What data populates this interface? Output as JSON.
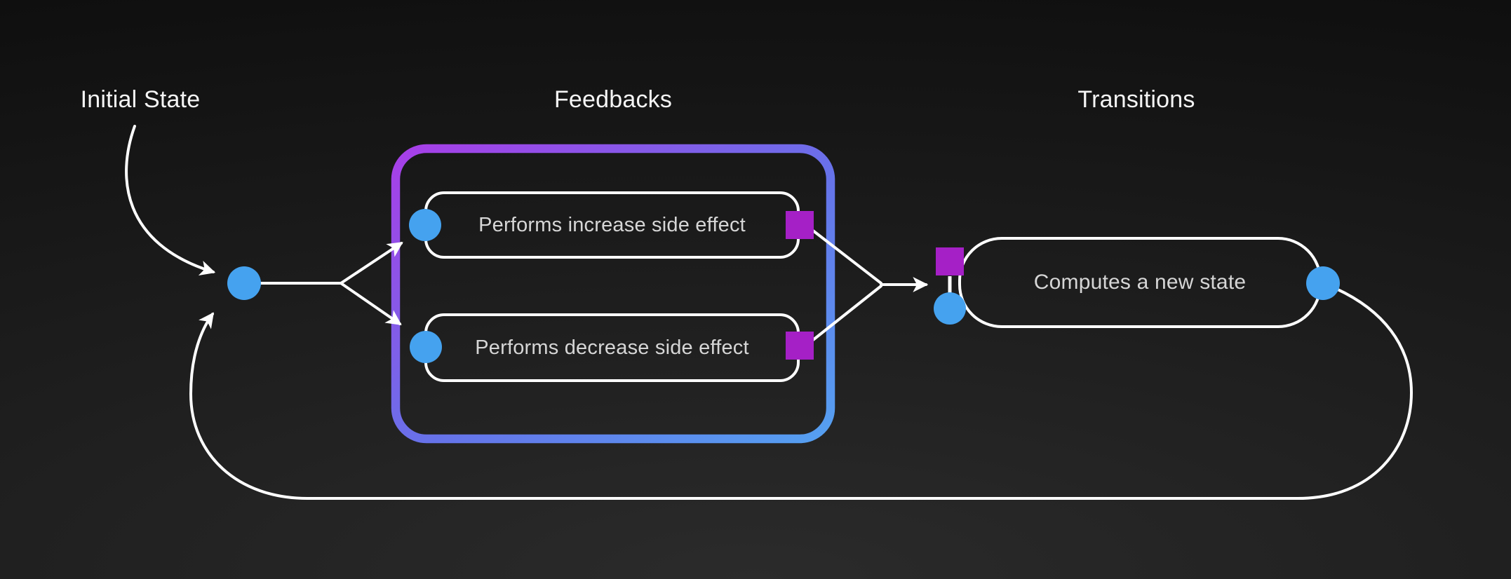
{
  "labels": {
    "initial_state": "Initial State",
    "feedbacks": "Feedbacks",
    "transitions": "Transitions"
  },
  "nodes": {
    "increase_label": "Performs increase side effect",
    "decrease_label": "Performs decrease side effect",
    "computes_label": "Computes a new state"
  },
  "colors": {
    "background_top": "#0d0d0d",
    "background_bottom": "#2b2b2b",
    "state_dot_blue": "#45a2ef",
    "port_square_purple": "#a520c6",
    "connector_white": "#ffffff",
    "node_border": "#ffffff",
    "node_text": "#d6d6d6",
    "label_text": "#f5f5f5",
    "feedback_gradient_start": "#a83ee8",
    "feedback_gradient_mid": "#6673e9",
    "feedback_gradient_end": "#55a0f1"
  }
}
